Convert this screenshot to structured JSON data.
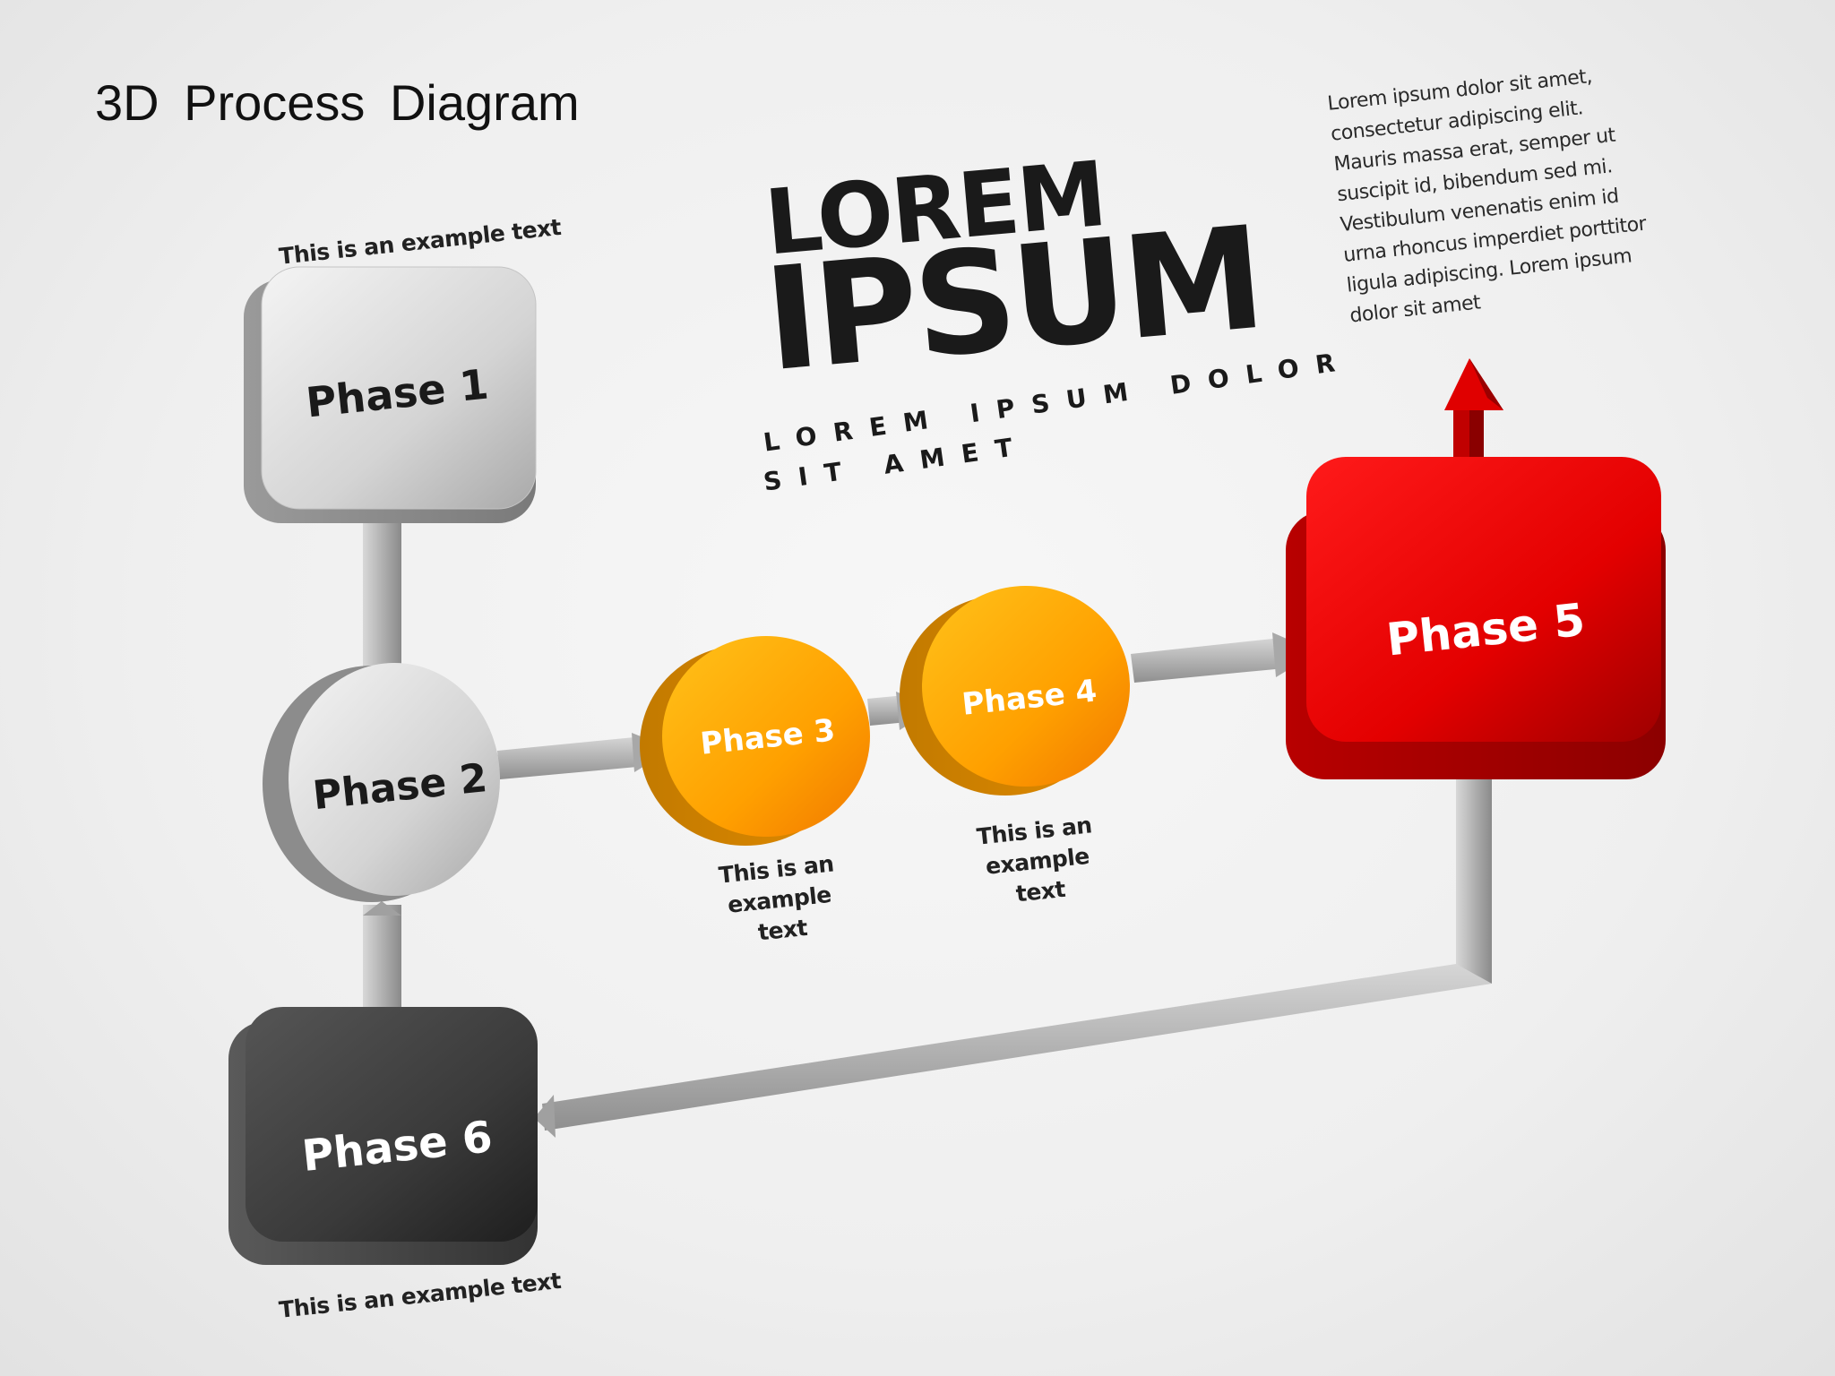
{
  "slide_title": "3D  Process  Diagram",
  "headline": {
    "line1": "LOREM",
    "line2": "IPSUM",
    "sub_line1": "LOREM IPSUM DOLOR",
    "sub_line2": "SIT AMET"
  },
  "paragraph": "Lorem ipsum dolor sit amet, consectetur adipiscing elit. Mauris massa erat, semper ut suscipit id, bibendum sed mi. Vestibulum venenatis enim id urna rhoncus imperdiet porttitor ligula adipiscing. Lorem ipsum dolor sit amet",
  "captions": {
    "phase1": "This is an example text",
    "phase3": "This is an example text",
    "phase4": "This is an example text",
    "phase6": "This is an example text"
  },
  "nodes": [
    {
      "id": "phase1",
      "label": "Phase 1",
      "shape": "box",
      "color": "#cfcfcf",
      "text_color": "#1a1a1a"
    },
    {
      "id": "phase2",
      "label": "Phase 2",
      "shape": "cylinder",
      "color": "#bdbdbd",
      "text_color": "#1a1a1a"
    },
    {
      "id": "phase3",
      "label": "Phase 3",
      "shape": "cylinder",
      "color": "#ffa500",
      "text_color": "#ffffff"
    },
    {
      "id": "phase4",
      "label": "Phase 4",
      "shape": "cylinder",
      "color": "#ffa500",
      "text_color": "#ffffff"
    },
    {
      "id": "phase5",
      "label": "Phase 5",
      "shape": "box",
      "color": "#e60000",
      "text_color": "#ffffff"
    },
    {
      "id": "phase6",
      "label": "Phase 6",
      "shape": "box",
      "color": "#3a3a3a",
      "text_color": "#ffffff"
    }
  ],
  "edges": [
    {
      "from": "phase1",
      "to": "phase2"
    },
    {
      "from": "phase6",
      "to": "phase2"
    },
    {
      "from": "phase2",
      "to": "phase3"
    },
    {
      "from": "phase3",
      "to": "phase4"
    },
    {
      "from": "phase4",
      "to": "phase5"
    },
    {
      "from": "phase5",
      "to": "phase6"
    }
  ],
  "exit_arrow_color": "#d40000"
}
